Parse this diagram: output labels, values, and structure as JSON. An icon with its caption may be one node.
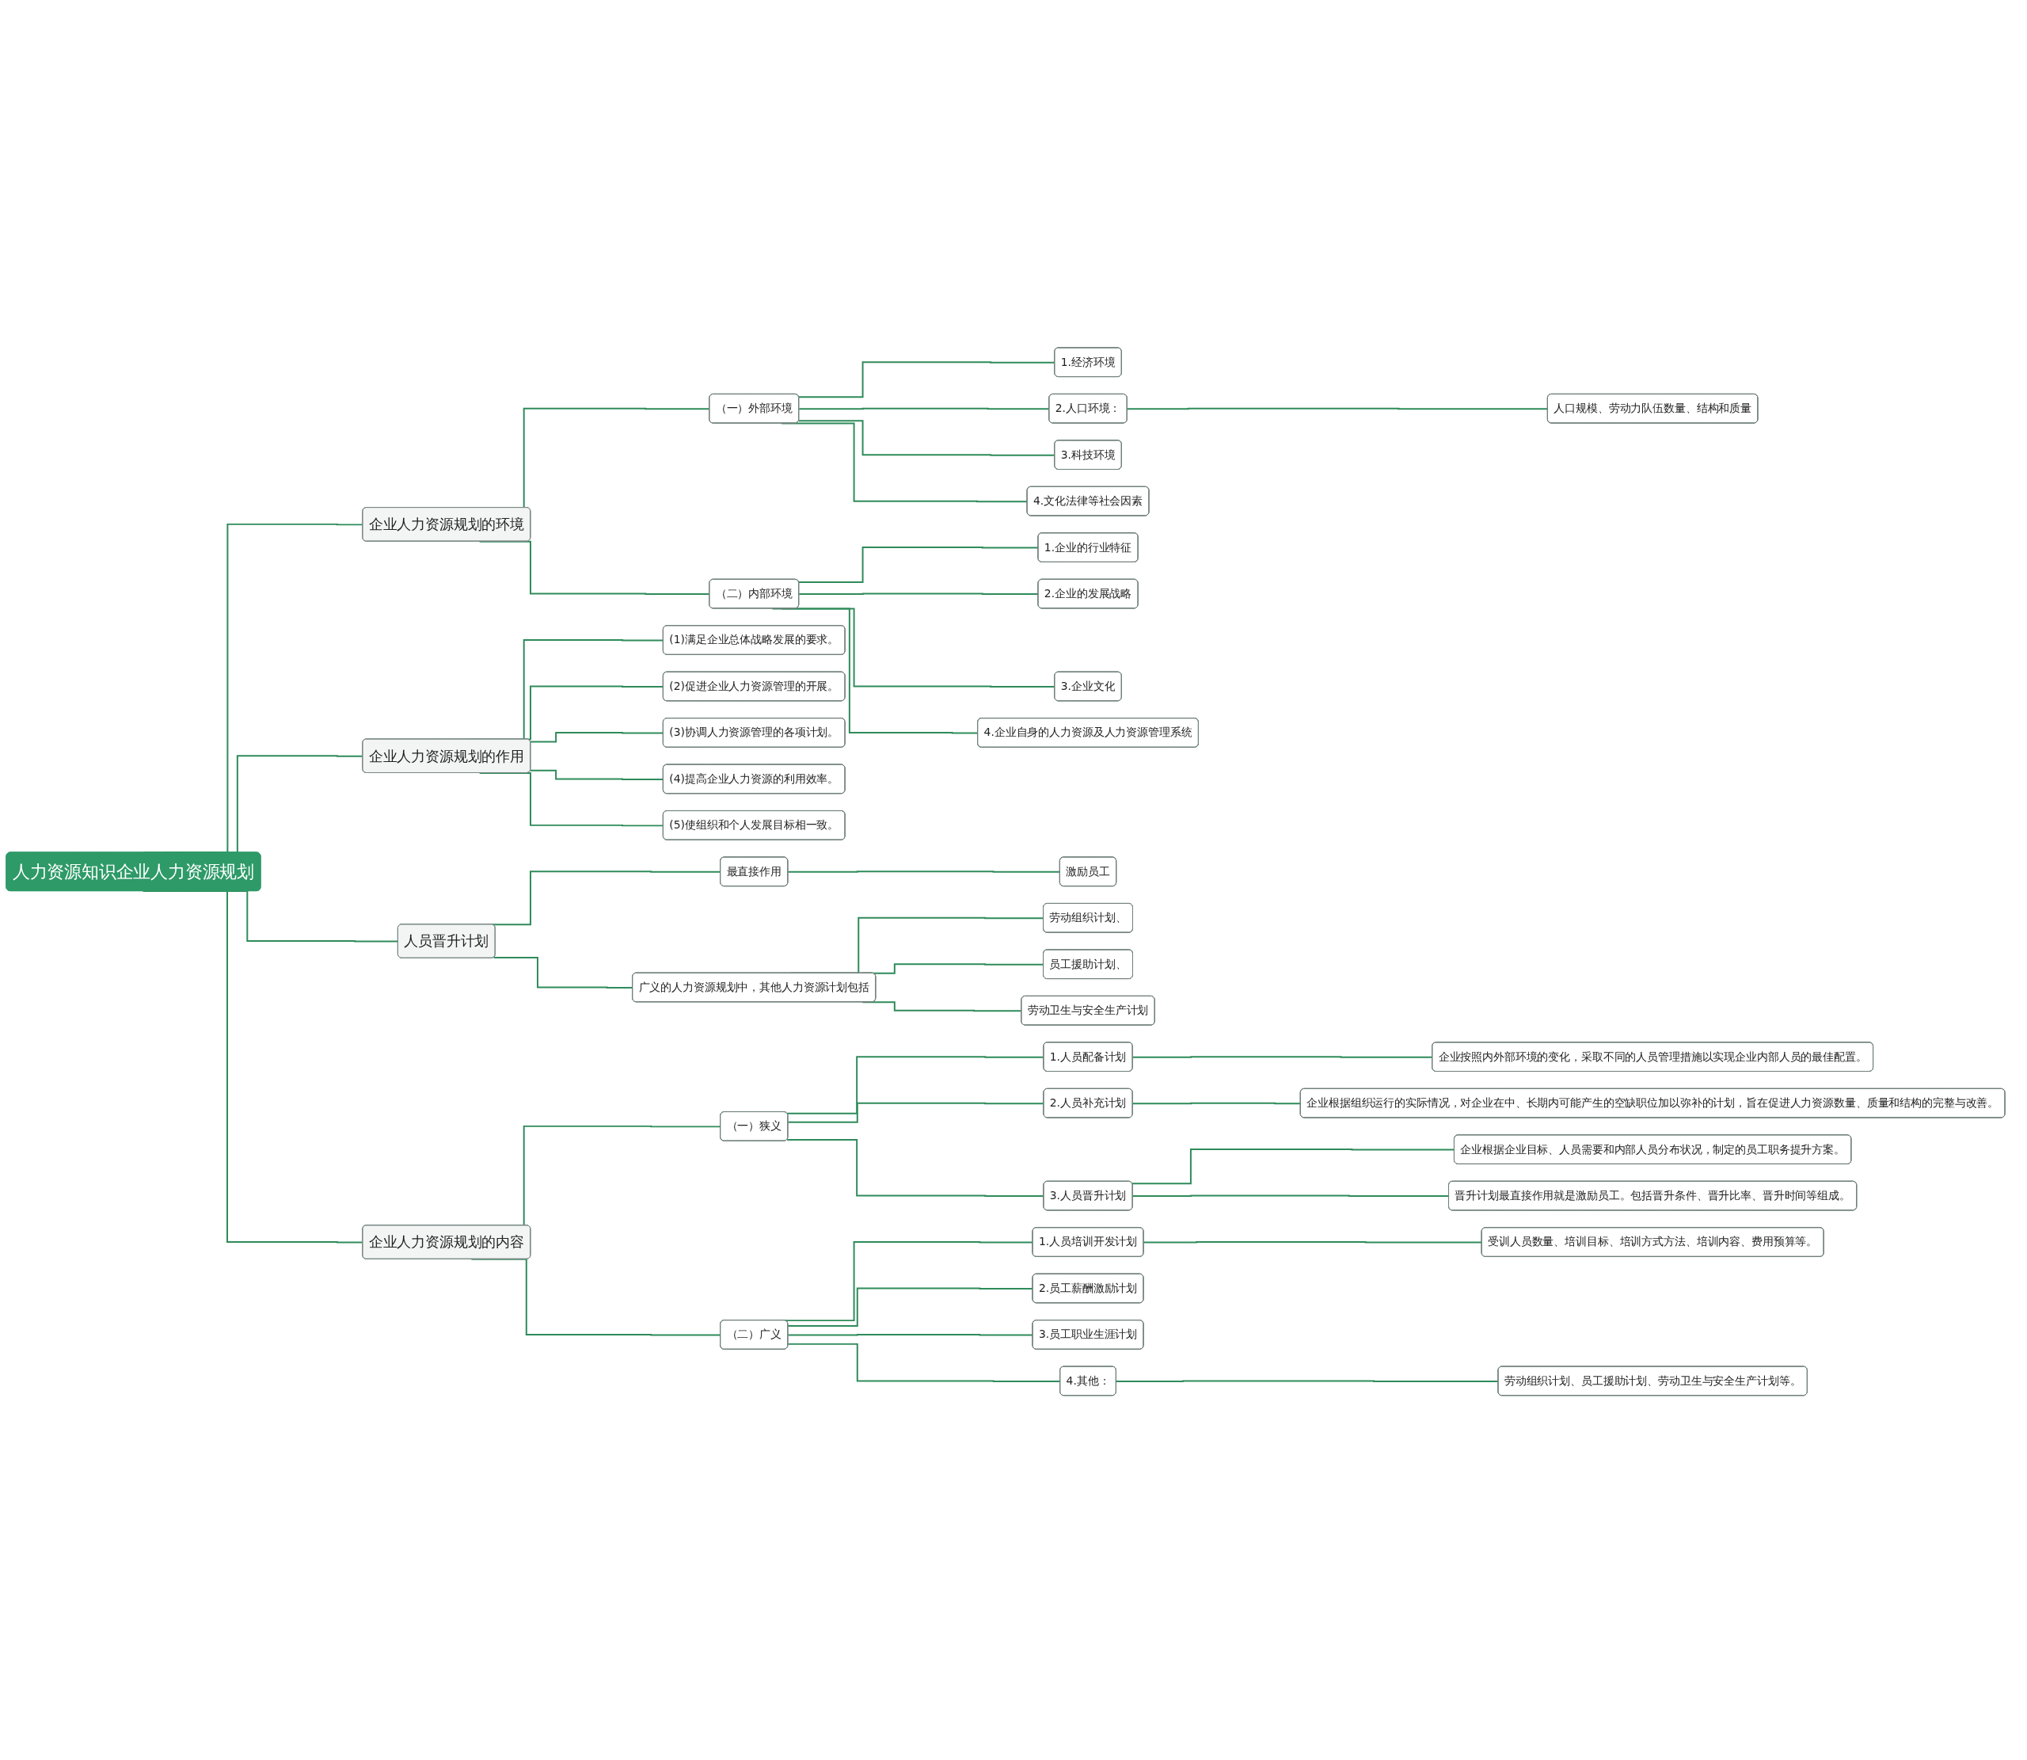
{
  "diagram": {
    "nodes": [
      {
        "text": [
          "人力资源知识企业人力资源规划"
        ]
      },
      {
        "text": [
          "企业人力资源规划的环境"
        ]
      },
      {
        "text": [
          "（一）外部环境"
        ]
      },
      {
        "text": [
          "1.经济环境"
        ]
      },
      {
        "text": [
          "2.人口环境："
        ]
      },
      {
        "text": [
          "人口规模、劳动力队伍数量、结构和质量"
        ]
      },
      {
        "text": [
          "3.科技环境"
        ]
      },
      {
        "text": [
          "4.文化法律等社会因素"
        ]
      },
      {
        "text": [
          "（二）内部环境"
        ]
      },
      {
        "text": [
          "1.企业的行业特征"
        ]
      },
      {
        "text": [
          "2.企业的发展战略"
        ]
      },
      {
        "text": [
          "3.企业文化"
        ]
      },
      {
        "text": [
          "4.企业自身的人力资源及人力资源管理系统"
        ]
      },
      {
        "text": [
          "企业人力资源规划的作用"
        ]
      },
      {
        "text": [
          "(1)满足企业总体战略发展的要求。"
        ]
      },
      {
        "text": [
          "(2)促进企业人力资源管理的开展。"
        ]
      },
      {
        "text": [
          "(3)协调人力资源管理的各项计划。"
        ]
      },
      {
        "text": [
          "(4)提高企业人力资源的利用效率。"
        ]
      },
      {
        "text": [
          "(5)使组织和个人发展目标相一致。"
        ]
      },
      {
        "text": [
          "人员晋升计划"
        ]
      },
      {
        "text": [
          "最直接作用"
        ]
      },
      {
        "text": [
          "激励员工"
        ]
      },
      {
        "text": [
          "广义的人力资源规划中，其他人力资源计划包括"
        ]
      },
      {
        "text": [
          "劳动组织计划、"
        ]
      },
      {
        "text": [
          "员工援助计划、"
        ]
      },
      {
        "text": [
          "劳动卫生与安全生产计划"
        ]
      },
      {
        "text": [
          "企业人力资源规划的内容"
        ]
      },
      {
        "text": [
          "（一）狭义"
        ]
      },
      {
        "text": [
          "1.人员配备计划"
        ]
      },
      {
        "text": [
          "企业按照内外部环境的变化，采取不同的人员管理措施以实现企业内部人员的最佳配置。"
        ]
      },
      {
        "text": [
          "2.人员补充计划"
        ]
      },
      {
        "text": [
          "企业根据组织运行的实际情况，对企业在中、长期内可能产生的空缺职位加以弥补的计划，旨在促进人力资源数量、质量和结构的完整与改善。"
        ]
      },
      {
        "text": [
          "3.人员晋升计划"
        ]
      },
      {
        "text": [
          "企业根据企业目标、人员需要和内部人员分布状况，制定的员工职务提升方案。"
        ]
      },
      {
        "text": [
          "晋升计划最直接作用就是激励员工。包括晋升条件、晋升比率、晋升时间等组成。"
        ]
      },
      {
        "text": [
          "（二）广义"
        ]
      },
      {
        "text": [
          "1.人员培训开发计划"
        ]
      },
      {
        "text": [
          "受训人员数量、培训目标、培训方式方法、培训内容、费用预算等。"
        ]
      },
      {
        "text": [
          "2.员工薪酬激励计划"
        ]
      },
      {
        "text": [
          "3.员工职业生涯计划"
        ]
      },
      {
        "text": [
          "4.其他："
        ]
      },
      {
        "text": [
          "劳动组织计划、员工援助计划、劳动卫生与安全生产计划等。"
        ]
      }
    ],
    "edges": [
      {
        "from": 0,
        "to": 1,
        "arrow": "none"
      },
      {
        "from": 1,
        "to": 2,
        "arrow": "none"
      },
      {
        "from": 2,
        "to": 3,
        "arrow": "none"
      },
      {
        "from": 2,
        "to": 4,
        "arrow": "none"
      },
      {
        "from": 4,
        "to": 5,
        "arrow": "none"
      },
      {
        "from": 2,
        "to": 6,
        "arrow": "none"
      },
      {
        "from": 2,
        "to": 7,
        "arrow": "none"
      },
      {
        "from": 1,
        "to": 8,
        "arrow": "none"
      },
      {
        "from": 8,
        "to": 9,
        "arrow": "none"
      },
      {
        "from": 8,
        "to": 10,
        "arrow": "none"
      },
      {
        "from": 8,
        "to": 11,
        "arrow": "none"
      },
      {
        "from": 8,
        "to": 12,
        "arrow": "none"
      },
      {
        "from": 0,
        "to": 13,
        "arrow": "none"
      },
      {
        "from": 13,
        "to": 14,
        "arrow": "none"
      },
      {
        "from": 13,
        "to": 15,
        "arrow": "none"
      },
      {
        "from": 13,
        "to": 16,
        "arrow": "none"
      },
      {
        "from": 13,
        "to": 17,
        "arrow": "none"
      },
      {
        "from": 13,
        "to": 18,
        "arrow": "none"
      },
      {
        "from": 0,
        "to": 19,
        "arrow": "none"
      },
      {
        "from": 19,
        "to": 20,
        "arrow": "none"
      },
      {
        "from": 20,
        "to": 21,
        "arrow": "none"
      },
      {
        "from": 19,
        "to": 22,
        "arrow": "none"
      },
      {
        "from": 22,
        "to": 23,
        "arrow": "none"
      },
      {
        "from": 22,
        "to": 24,
        "arrow": "none"
      },
      {
        "from": 22,
        "to": 25,
        "arrow": "none"
      },
      {
        "from": 0,
        "to": 26,
        "arrow": "none"
      },
      {
        "from": 26,
        "to": 27,
        "arrow": "none"
      },
      {
        "from": 27,
        "to": 28,
        "arrow": "none"
      },
      {
        "from": 28,
        "to": 29,
        "arrow": "none"
      },
      {
        "from": 27,
        "to": 30,
        "arrow": "none"
      },
      {
        "from": 30,
        "to": 31,
        "arrow": "none"
      },
      {
        "from": 27,
        "to": 32,
        "arrow": "none"
      },
      {
        "from": 32,
        "to": 33,
        "arrow": "none"
      },
      {
        "from": 32,
        "to": 34,
        "arrow": "none"
      },
      {
        "from": 26,
        "to": 35,
        "arrow": "none"
      },
      {
        "from": 35,
        "to": 36,
        "arrow": "none"
      },
      {
        "from": 36,
        "to": 37,
        "arrow": "none"
      },
      {
        "from": 35,
        "to": 38,
        "arrow": "none"
      },
      {
        "from": 35,
        "to": 39,
        "arrow": "none"
      },
      {
        "from": 35,
        "to": 40,
        "arrow": "none"
      },
      {
        "from": 40,
        "to": 41,
        "arrow": "none"
      }
    ]
  }
}
